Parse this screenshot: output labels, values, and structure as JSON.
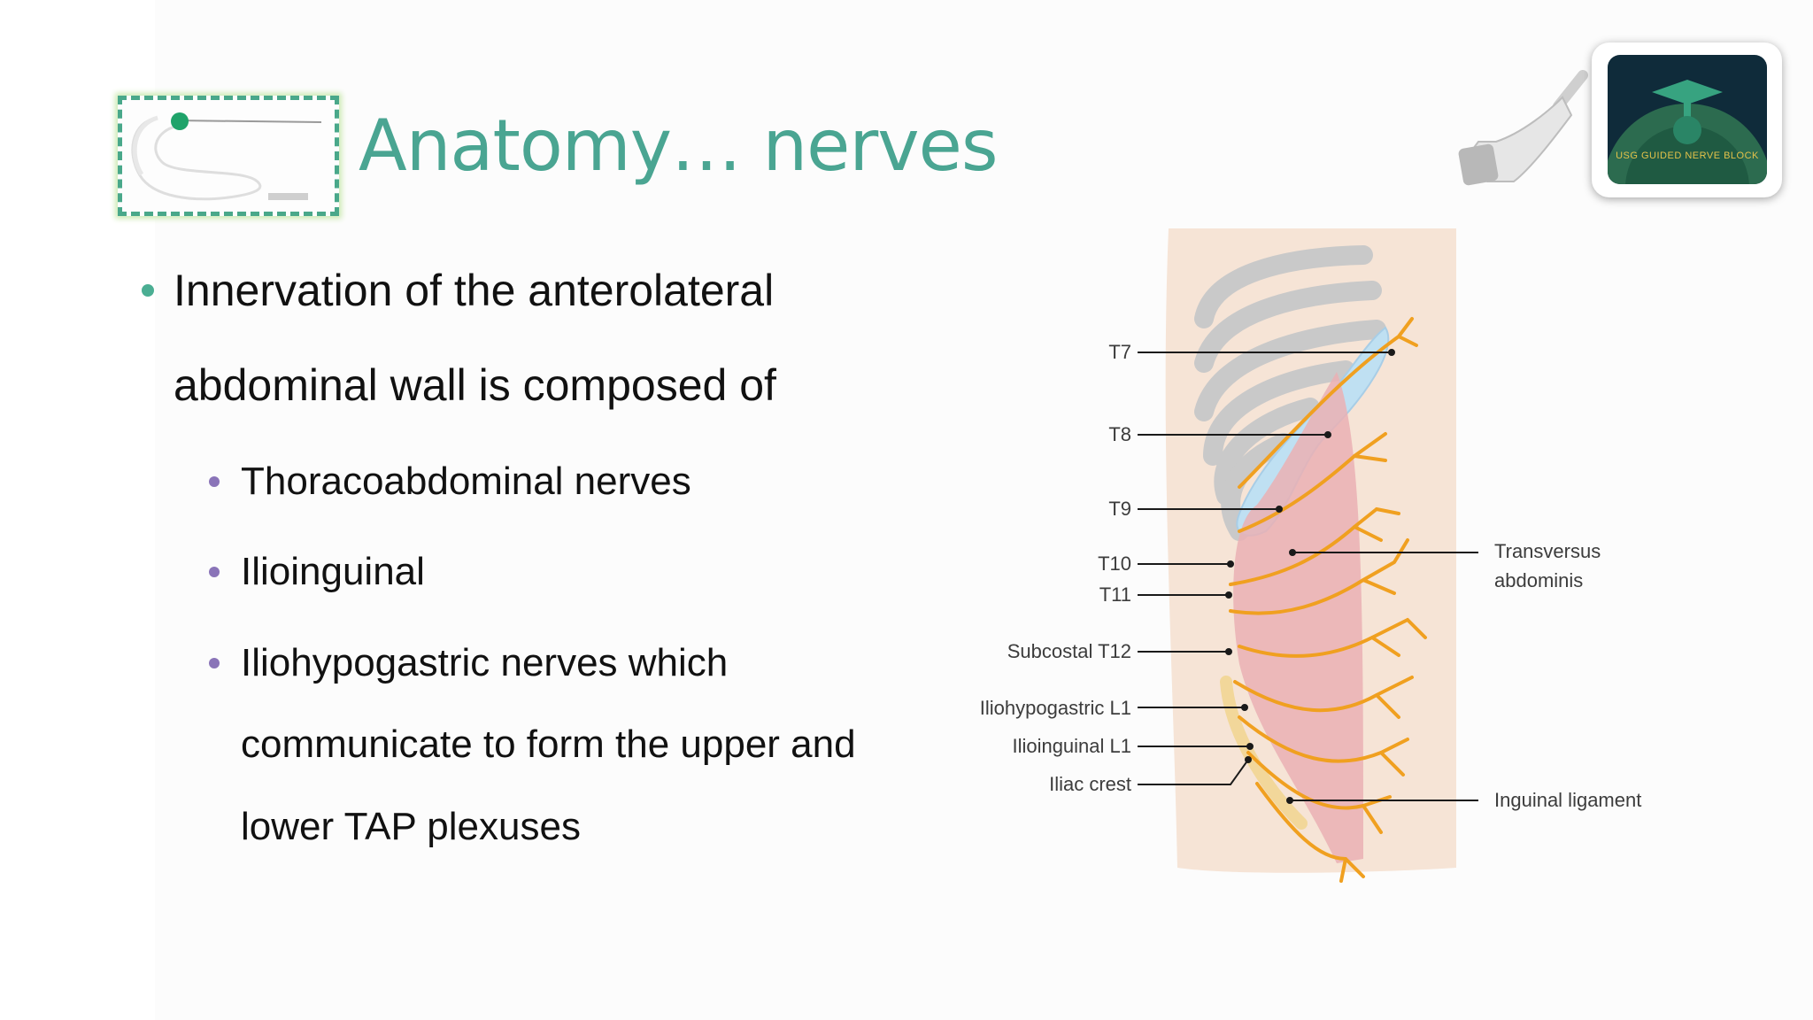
{
  "slide": {
    "title": "Anatomy… nerves",
    "bullets": [
      {
        "text_lines": [
          "Innervation of the anterolateral",
          "abdominal wall is composed of"
        ],
        "sub": [
          {
            "lines": [
              "Thoracoabdominal nerves"
            ]
          },
          {
            "lines": [
              "Ilioinguinal"
            ]
          },
          {
            "lines": [
              "Iliohypogastric nerves which",
              "communicate to form the upper and",
              "lower TAP plexuses"
            ]
          }
        ]
      }
    ]
  },
  "logo": {
    "caption": "USG GUIDED NERVE BLOCK",
    "icon": "graduation-cap-ultrasound-logo"
  },
  "diagram": {
    "left_labels": [
      "T7",
      "T8",
      "T9",
      "T10",
      "T11",
      "Subcostal T12",
      "Iliohypogastric L1",
      "Ilioinguinal L1",
      "Iliac crest"
    ],
    "right_labels": {
      "transversus_line1": "Transversus",
      "transversus_line2": "abdominis",
      "inguinal": "Inguinal ligament"
    }
  },
  "colors": {
    "title": "#4aa592",
    "bullet_level1": "#4bae93",
    "bullet_level2": "#8a74b8",
    "nerve": "#f0a020",
    "muscle": "#eab0b4",
    "skin": "#f6e4d6",
    "cartilage": "#b8dcef",
    "rib": "#c8c8c8"
  }
}
